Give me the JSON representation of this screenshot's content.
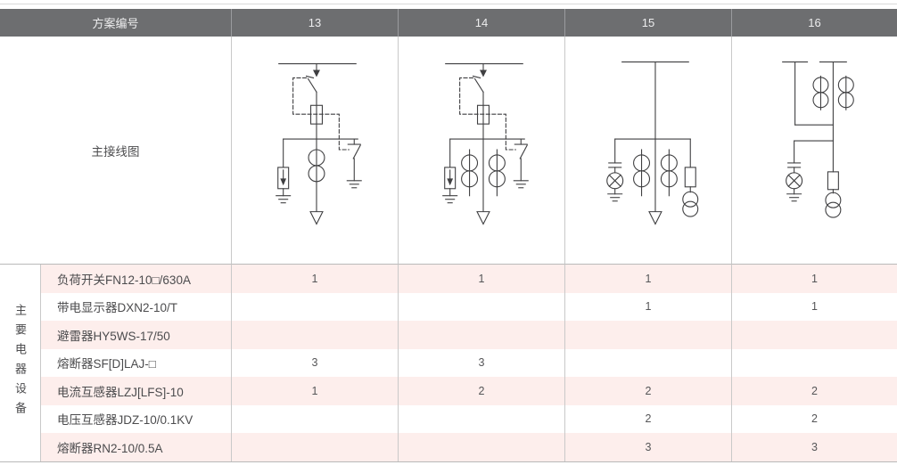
{
  "header": {
    "plan_label": "方案编号",
    "schemes": [
      "13",
      "14",
      "15",
      "16"
    ]
  },
  "diagram": {
    "label": "主接线图",
    "scheme_diagrams": [
      "scheme-13-single-line-diagram",
      "scheme-14-single-line-diagram",
      "scheme-15-single-line-diagram",
      "scheme-16-single-line-diagram"
    ]
  },
  "equipment": {
    "group_label": "主要电器设备",
    "rows": [
      {
        "name": "负荷开关FN12-10□/630A",
        "values": [
          "1",
          "1",
          "1",
          "1"
        ]
      },
      {
        "name": "带电显示器DXN2-10/T",
        "values": [
          "",
          "",
          "1",
          "1"
        ]
      },
      {
        "name": "避雷器HY5WS-17/50",
        "values": [
          "",
          "",
          "",
          ""
        ]
      },
      {
        "name": "熔断器SF[D]LAJ-□",
        "values": [
          "3",
          "3",
          "",
          ""
        ]
      },
      {
        "name": "电流互感器LZJ[LFS]-10",
        "values": [
          "1",
          "2",
          "2",
          "2"
        ]
      },
      {
        "name": "电压互感器JDZ-10/0.1KV",
        "values": [
          "",
          "",
          "2",
          "2"
        ]
      },
      {
        "name": "熔断器RN2-10/0.5A",
        "values": [
          "",
          "",
          "3",
          "3"
        ]
      }
    ]
  },
  "colors": {
    "header_bg": "#6d6e70",
    "header_text": "#ededee",
    "row_stripe": "#fdeeec",
    "grid_border": "#c9c9c9",
    "diagram_line": "#3f3f41"
  }
}
